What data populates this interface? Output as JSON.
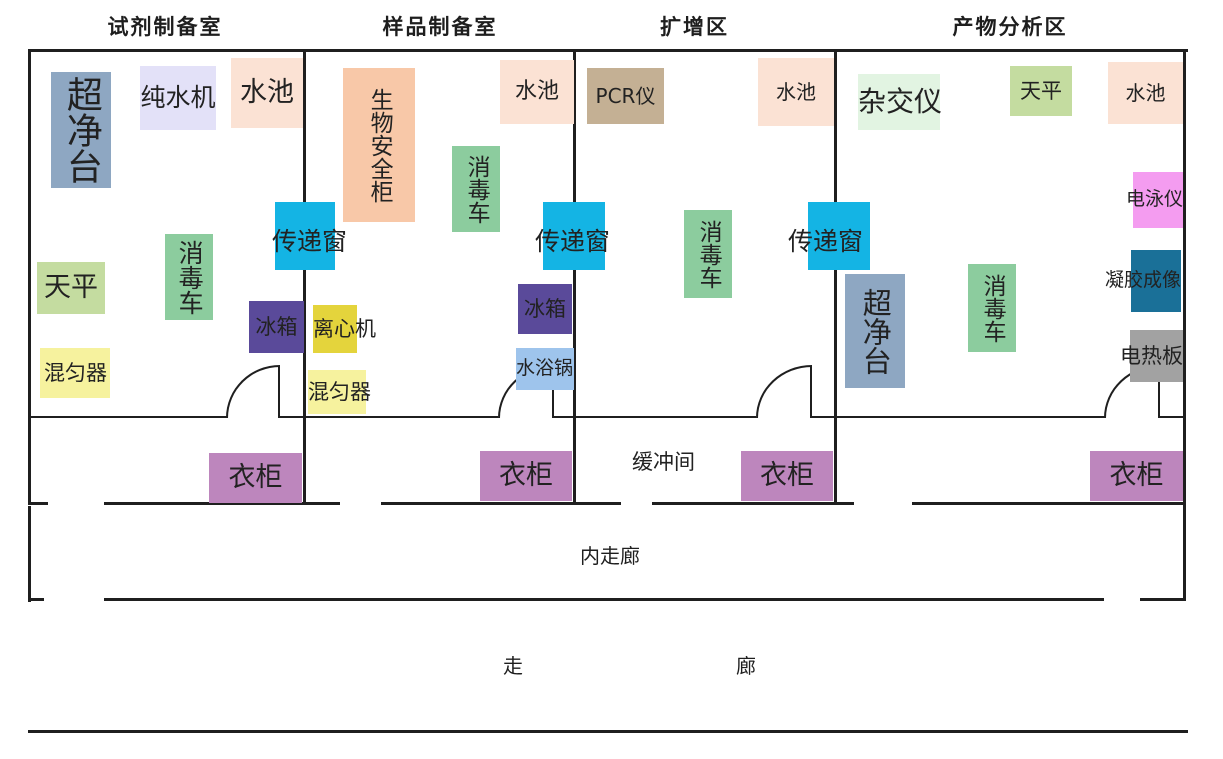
{
  "rooms": {
    "reagent": "试剂制备室",
    "sample": "样品制备室",
    "amp": "扩增区",
    "analysis": "产物分析区"
  },
  "equipment": {
    "r1_clean_bench": "超净台",
    "r1_pure_water": "纯水机",
    "r1_sink": "水池",
    "r1_balance": "天平",
    "r1_cart": "消毒车",
    "r1_fridge": "冰箱",
    "r1_mixer": "混匀器",
    "r2_biosafety": "生物安全柜",
    "r2_sink": "水池",
    "r2_cart": "消毒车",
    "r2_centrifuge": "离心机",
    "r2_mixer": "混匀器",
    "r2_fridge": "冰箱",
    "r2_water_bath": "水浴锅",
    "r3_pcr": "PCR仪",
    "r3_sink": "水池",
    "r3_cart": "消毒车",
    "r4_hybridizer": "杂交仪",
    "r4_balance": "天平",
    "r4_sink": "水池",
    "r4_electro": "电泳仪",
    "r4_gel": "凝胶成像",
    "r4_hotplate": "电热板",
    "r4_clean_bench": "超净台",
    "r4_cart": "消毒车"
  },
  "pass_windows": [
    "传递窗",
    "传递窗",
    "传递窗"
  ],
  "wardrobes": [
    "衣柜",
    "衣柜",
    "衣柜",
    "衣柜"
  ],
  "buffer_room": "缓冲间",
  "inner_corridor": "内走廊",
  "corridor_left": "走",
  "corridor_right": "廊",
  "colors": {
    "wall": "#1f1f1f",
    "clean_bench": "#8ea7c2",
    "pure_water": "#e3e1f8",
    "sink": "#fbe2d4",
    "balance": "#c4dca0",
    "cart": "#8ccc9e",
    "fridge": "#5a4a9a",
    "mixer": "#f6f29e",
    "biosafety": "#f8c8a8",
    "centrifuge": "#e4d43c",
    "water_bath": "#9ec4ec",
    "pcr": "#c4b094",
    "pass_window": "#14b4e4",
    "hybridizer": "#e2f4e2",
    "electro": "#f49cf0",
    "gel": "#1a7098",
    "hotplate": "#a2a2a2",
    "wardrobe": "#bd86bd"
  }
}
